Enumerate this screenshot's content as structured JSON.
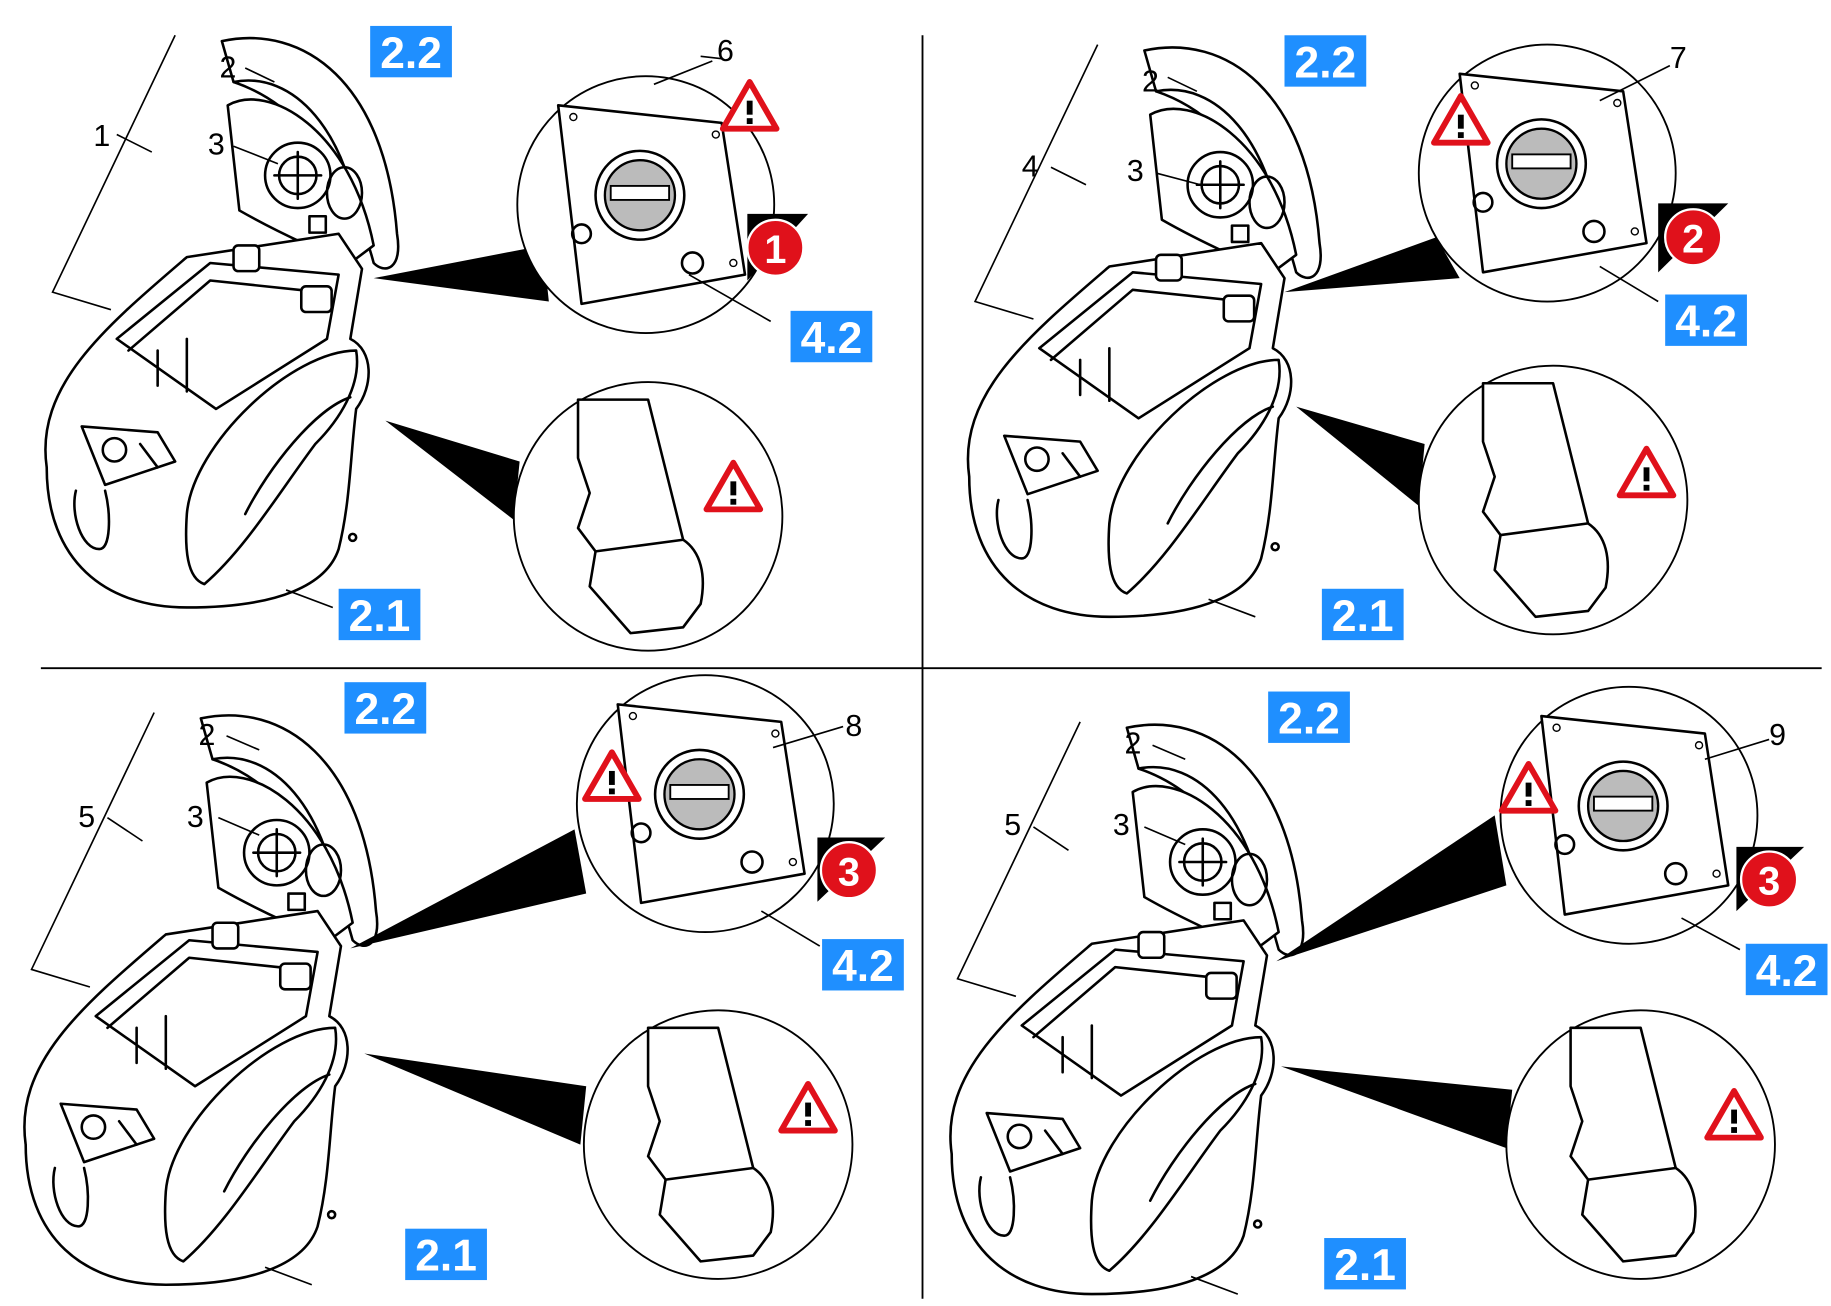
{
  "colors": {
    "tag_blue": "#1f8fff",
    "badge_red": "#e0111b",
    "warning_red": "#e0111b",
    "line": "#000000"
  },
  "icons": {
    "warning": "warning-triangle-icon",
    "step_badge": "step-number-badge"
  },
  "panels": [
    {
      "id": "top-left",
      "callouts": {
        "bracket": "1",
        "lid": "2",
        "inner": "3",
        "detail": "6"
      },
      "tags": {
        "lid_ref": "2.2",
        "body_ref": "2.1",
        "detail_ref": "4.2"
      },
      "step": "1"
    },
    {
      "id": "top-right",
      "callouts": {
        "bracket": "4",
        "lid": "2",
        "inner": "3",
        "detail": "7"
      },
      "tags": {
        "lid_ref": "2.2",
        "body_ref": "2.1",
        "detail_ref": "4.2"
      },
      "step": "2"
    },
    {
      "id": "bottom-left",
      "callouts": {
        "bracket": "5",
        "lid": "2",
        "inner": "3",
        "detail": "8"
      },
      "tags": {
        "lid_ref": "2.2",
        "body_ref": "2.1",
        "detail_ref": "4.2"
      },
      "step": "3"
    },
    {
      "id": "bottom-right",
      "callouts": {
        "bracket": "5",
        "lid": "2",
        "inner": "3",
        "detail": "9"
      },
      "tags": {
        "lid_ref": "2.2",
        "body_ref": "2.1",
        "detail_ref": "4.2"
      },
      "step": "3"
    }
  ]
}
